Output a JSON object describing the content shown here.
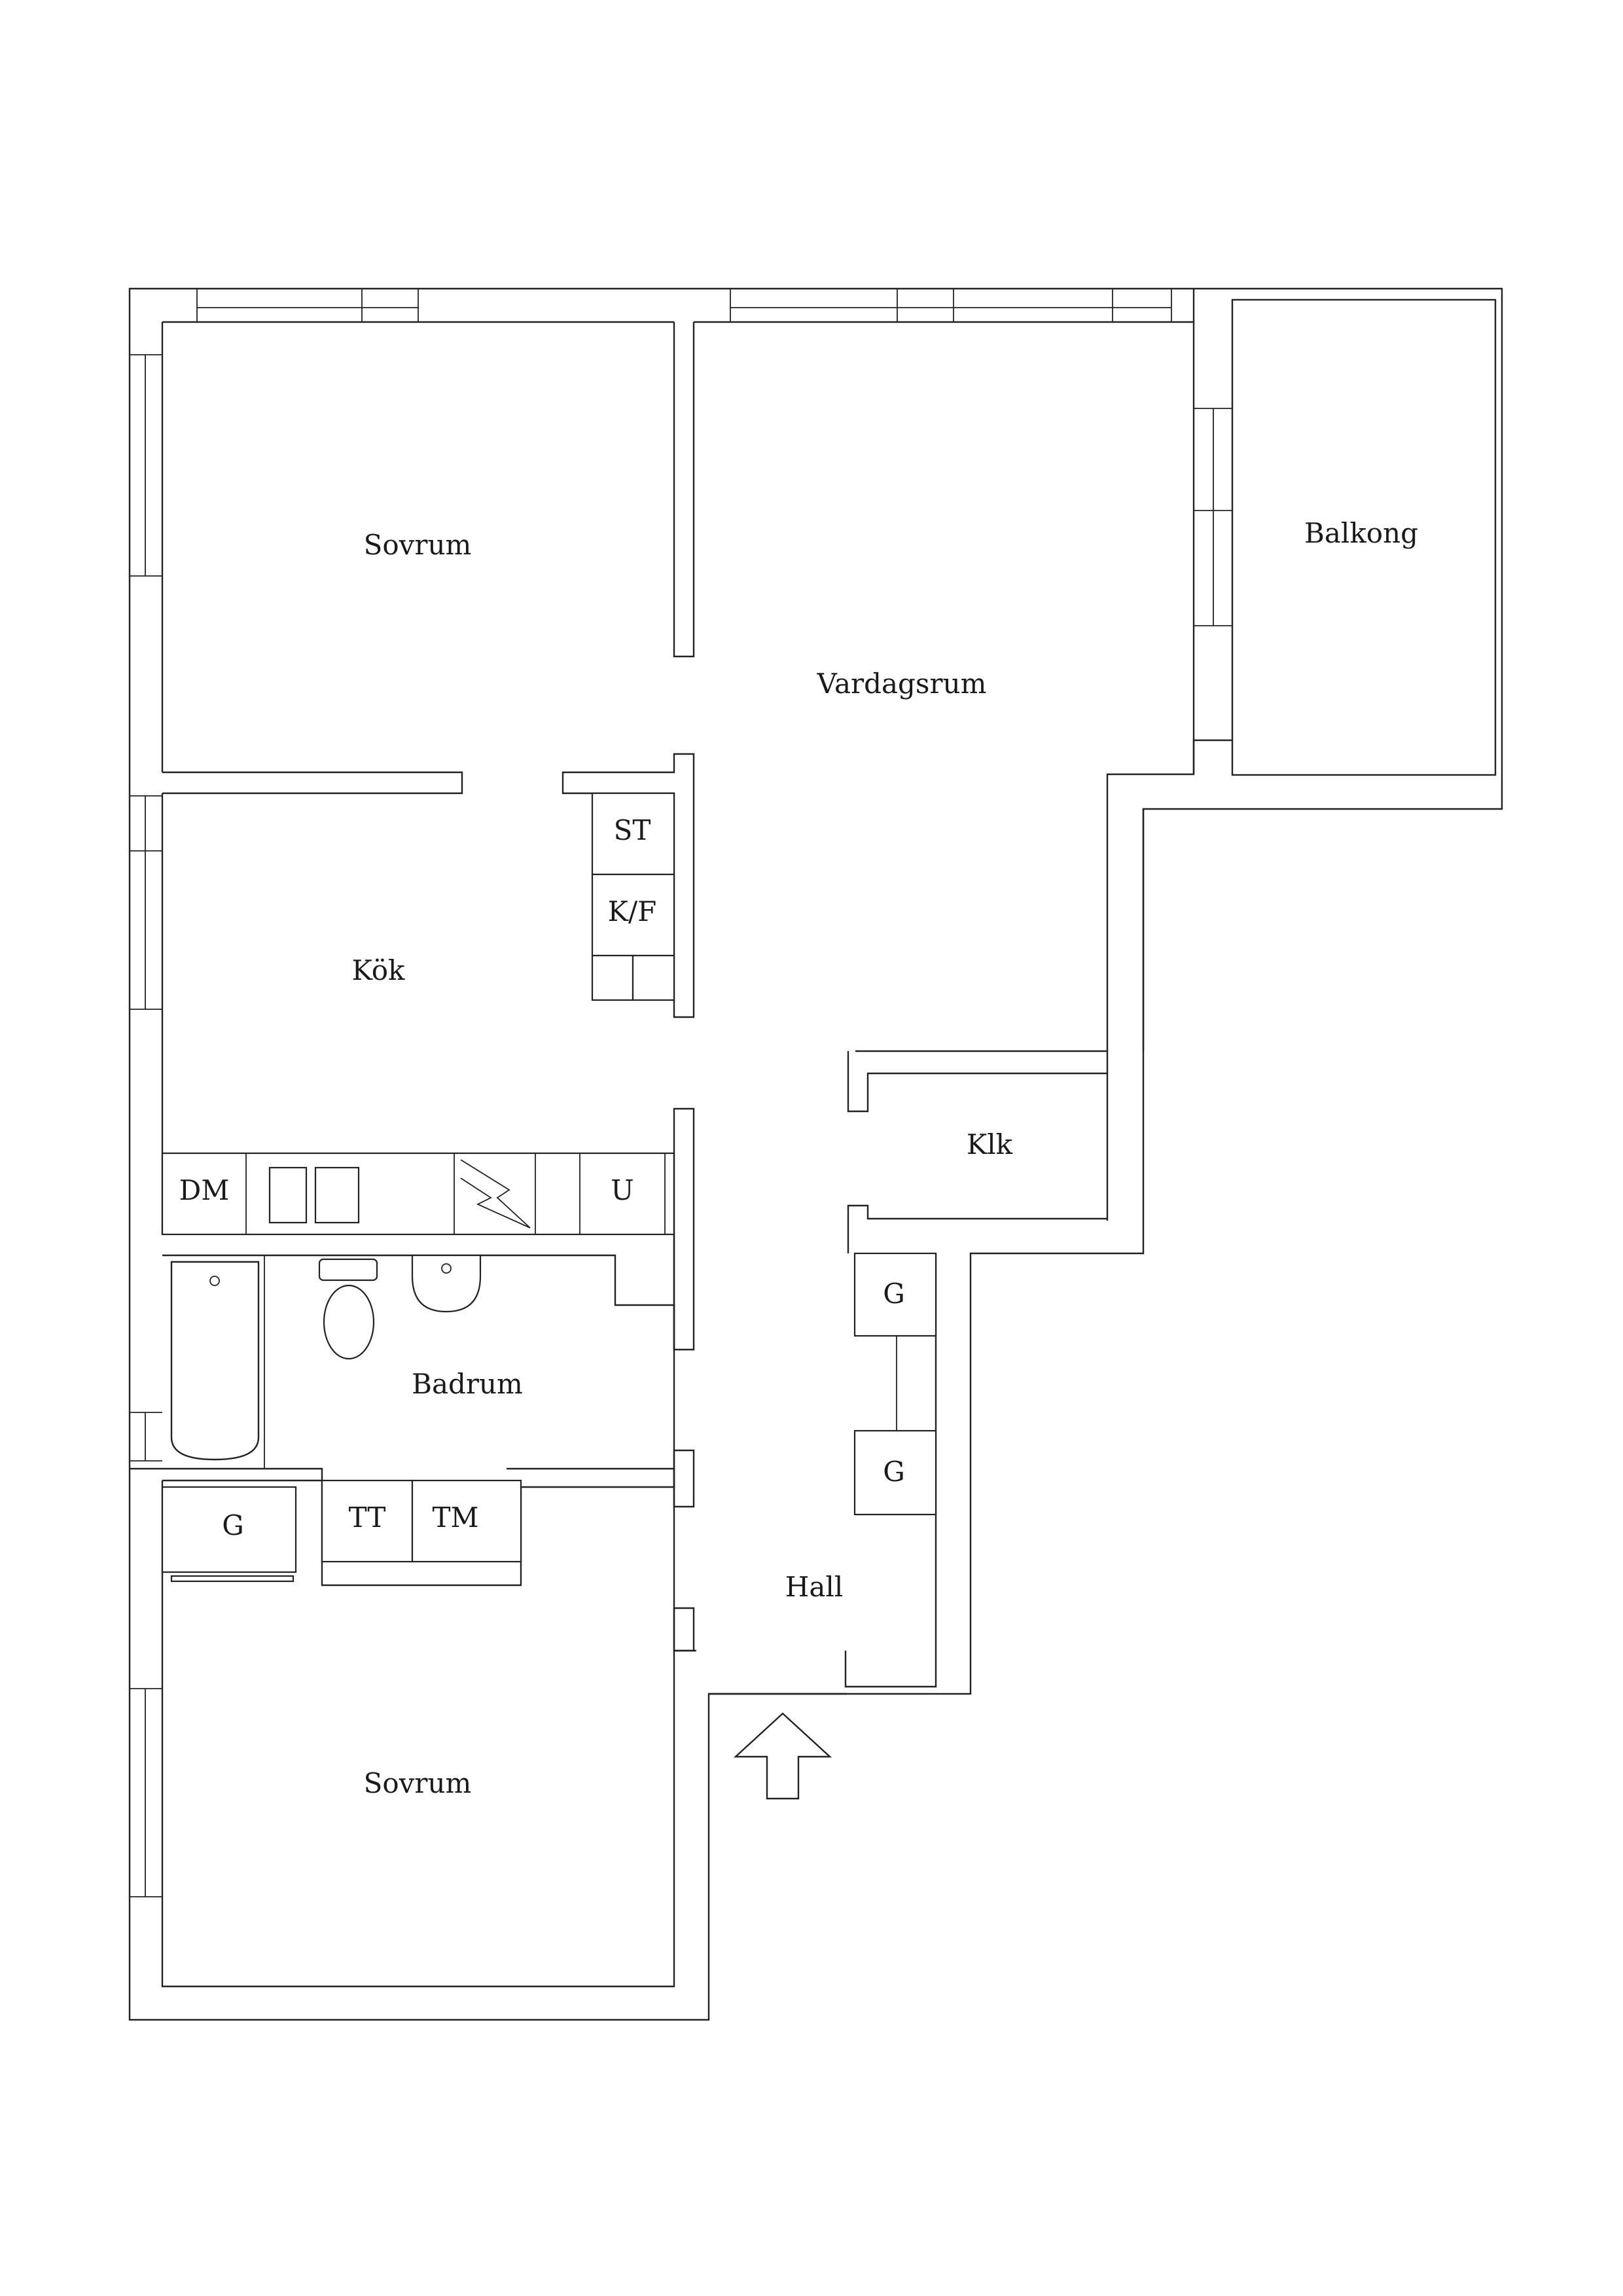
{
  "rooms": {
    "sovrum_top": "Sovrum",
    "vardagsrum": "Vardagsrum",
    "balkong": "Balkong",
    "kok": "Kök",
    "klk": "Klk",
    "badrum": "Badrum",
    "hall": "Hall",
    "sovrum_bottom": "Sovrum"
  },
  "fixtures": {
    "st": "ST",
    "kf": "K/F",
    "dm": "DM",
    "u": "U",
    "g_hall_1": "G",
    "g_hall_2": "G",
    "g_bath": "G",
    "tt": "TT",
    "tm": "TM"
  }
}
